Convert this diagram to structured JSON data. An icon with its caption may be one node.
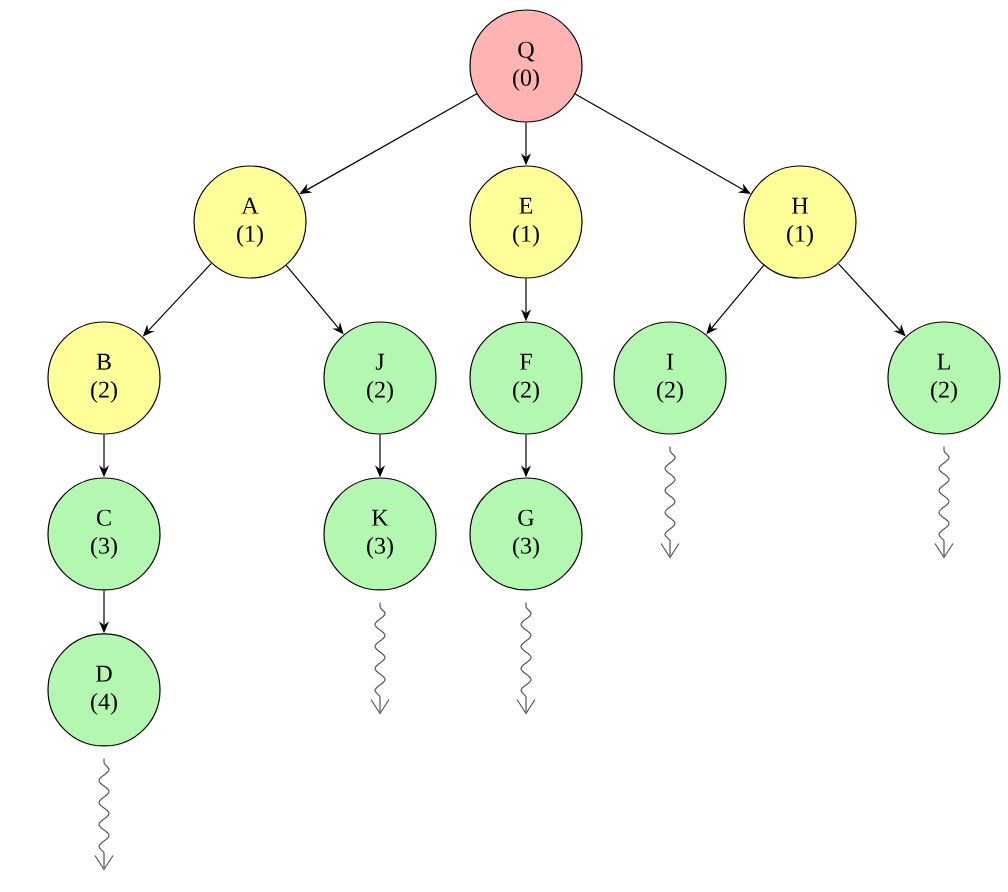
{
  "diagram": {
    "nodes": [
      {
        "text": [
          "Q",
          "(0)"
        ]
      },
      {
        "text": [
          "A",
          "(1)"
        ]
      },
      {
        "text": [
          "E",
          "(1)"
        ]
      },
      {
        "text": [
          "H",
          "(1)"
        ]
      },
      {
        "text": [
          "B",
          "(2)"
        ]
      },
      {
        "text": [
          "J",
          "(2)"
        ]
      },
      {
        "text": [
          "F",
          "(2)"
        ]
      },
      {
        "text": [
          "I",
          "(2)"
        ]
      },
      {
        "text": [
          "L",
          "(2)"
        ]
      },
      {
        "text": [
          "C",
          "(3)"
        ]
      },
      {
        "text": [
          "K",
          "(3)"
        ]
      },
      {
        "text": [
          "G",
          "(3)"
        ]
      },
      {
        "text": [
          "D",
          "(4)"
        ]
      }
    ],
    "edges": [
      {
        "from": 0,
        "to": 1,
        "arrow": "to"
      },
      {
        "from": 0,
        "to": 2,
        "arrow": "to"
      },
      {
        "from": 0,
        "to": 3,
        "arrow": "to"
      },
      {
        "from": 1,
        "to": 4,
        "arrow": "to"
      },
      {
        "from": 1,
        "to": 5,
        "arrow": "to"
      },
      {
        "from": 2,
        "to": 6,
        "arrow": "to"
      },
      {
        "from": 3,
        "to": 7,
        "arrow": "to"
      },
      {
        "from": 3,
        "to": 8,
        "arrow": "to"
      },
      {
        "from": 4,
        "to": 9,
        "arrow": "to"
      },
      {
        "from": 5,
        "to": 10,
        "arrow": "to"
      },
      {
        "from": 6,
        "to": 11,
        "arrow": "to"
      },
      {
        "from": 9,
        "to": 12,
        "arrow": "to"
      },
      {
        "from": 12,
        "to": null,
        "arrow": "to",
        "color": "#555555"
      },
      {
        "from": 10,
        "to": null,
        "arrow": "to",
        "color": "#555555"
      },
      {
        "from": 11,
        "to": null,
        "arrow": "to",
        "color": "#555555"
      },
      {
        "from": 7,
        "to": null,
        "arrow": "to",
        "color": "#555555"
      },
      {
        "from": 8,
        "to": null,
        "arrow": "to",
        "color": "#555555"
      }
    ]
  }
}
